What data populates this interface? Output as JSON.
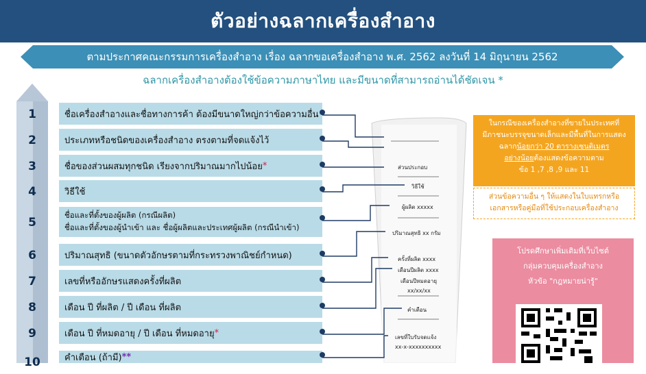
{
  "header": {
    "title": "ตัวอย่างฉลากเครื่องสำอาง"
  },
  "ribbon": {
    "text": "ตามประกาศคณะกรรมการเครื่องสำอาง เรื่อง ฉลากขอเครื่องสำอาง พ.ศ. 2562 ลงวันที่ 14 มิถุนายน 2562"
  },
  "subtitle": "ฉลากเครื่องสำอางต้องใช้ข้อความภาษาไทย และมีขนาดที่สามารถอ่านได้ชัดเจน *",
  "items": [
    {
      "num": "1",
      "text": "ชื่อเครื่องสำอางและชื่อทางการค้า ต้องมีขนาดใหญ่กว่าข้อความอื่น",
      "mark": ""
    },
    {
      "num": "2",
      "text": "ประเภทหรือชนิดของเครื่องสำอาง ตรงตามที่จดแจ้งไว้",
      "mark": ""
    },
    {
      "num": "3",
      "text": "ชื่อของส่วนผสมทุกชนิด เรียงจากปริมาณมากไปน้อย",
      "mark": "*"
    },
    {
      "num": "4",
      "text": "วิธีใช้",
      "mark": ""
    },
    {
      "num": "5",
      "line1": "ชื่อและที่ตั้งของผู้ผลิต (กรณีผลิต)",
      "line2": "ชื่อและที่ตั้งของผู้นำเข้า และ ชื่อผู้ผลิตและประเทศผู้ผลิต (กรณีนำเข้า)"
    },
    {
      "num": "6",
      "text": "ปริมาณสุทธิ (ขนาดตัวอักษรตามที่กระทรวงพาณิชย์กำหนด)",
      "mark": ""
    },
    {
      "num": "7",
      "text": "เลขที่หรืออักษรแสดงครั้งที่ผลิต",
      "mark": ""
    },
    {
      "num": "8",
      "text": "เดือน ปี ที่ผลิต / ปี เดือน ที่ผลิต",
      "mark": ""
    },
    {
      "num": "9",
      "text": "เดือน ปี ที่หมดอายุ / ปี เดือน ที่หมดอายุ",
      "mark": "*"
    },
    {
      "num": "10",
      "text": "คำเตือน (ถ้ามี)",
      "mark": "**"
    }
  ],
  "tube": {
    "ingredients": "ส่วนประกอบ",
    "usage": "วิธีใช้",
    "manufacturer": "ผู้ผลิต xxxxx",
    "net": "ปริมาณสุทธิ xx กรัม",
    "lot": "ครั้งที่ผลิต xxxx",
    "mfg": "เดือนปีผลิต xxxx",
    "exp": "เดือนปีหมดอายุ",
    "exp_val": "xx/xx/xx",
    "warning": "คำเตือน",
    "reg": "เลขที่ใบรับจดแจ้ง",
    "reg_val": "xx-x-xxxxxxxxxx"
  },
  "orange": {
    "l1": "ในกรณีของเครื่องสำอางที่ขายในประเทศที่",
    "l2": "มีภาชนะบรรจุขนาดเล็กและมีพื้นที่ในการแสดง",
    "l3a": "ฉลาก",
    "l3b": "น้อยกว่า 20 ตารางเซนติเมตร",
    "l4a": "อย่างน้อย",
    "l4b": "ต้องแสดงข้อความตาม",
    "l5": "ข้อ 1 ,7 ,8 ,9 และ 11"
  },
  "obox": {
    "l1": "ส่วนข้อความอื่น ๆ ให้แสดงในใบแทรกหรือ",
    "l2": "เอกสารหรือคู่มือที่ใช้ประกอบเครื่องสำอาง"
  },
  "pink": {
    "l1": "โปรดศึกษาเพิ่มเติมที่เว็บไซต์",
    "l2": "กลุ่มควบคุมเครื่องสำอาง",
    "l3": "หัวข้อ \"กฎหมายน่ารู้\""
  },
  "colors": {
    "header": "#23507e",
    "ribbon": "#3c8fb6",
    "item_bg": "#b9dbe7",
    "orange": "#f4a520",
    "pink": "#eb8ca0"
  }
}
